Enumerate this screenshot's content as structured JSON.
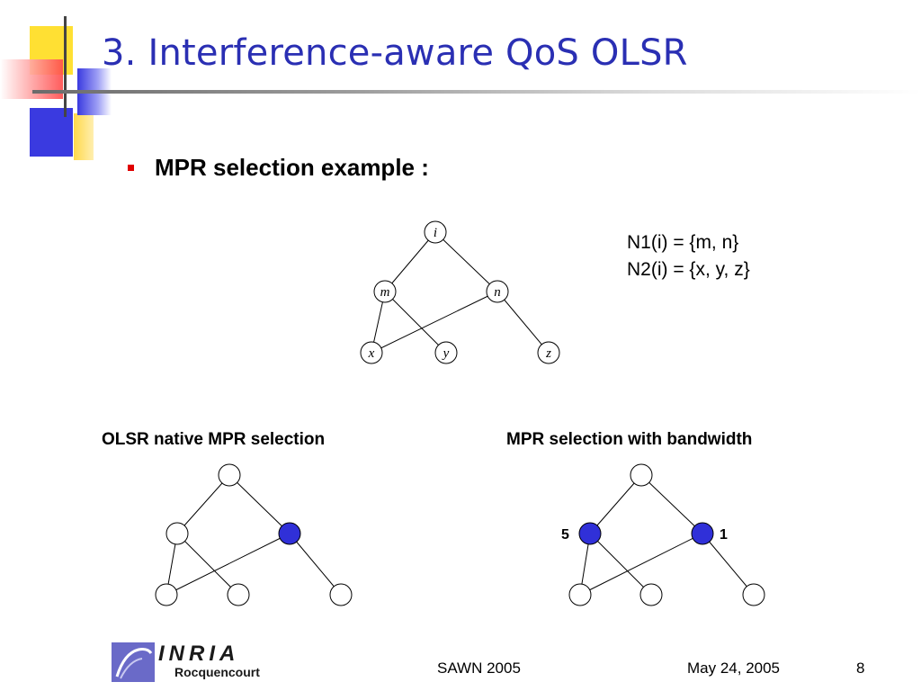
{
  "slide": {
    "title": "3. Interference-aware QoS OLSR",
    "bullet": "MPR selection example :"
  },
  "sets": {
    "n1": "N1(i) = {m, n}",
    "n2": "N2(i) = {x, y, z}"
  },
  "top_graph": {
    "nodes": {
      "i": "i",
      "m": "m",
      "n": "n",
      "x": "x",
      "y": "y",
      "z": "z"
    }
  },
  "left_graph": {
    "caption": "OLSR native MPR selection"
  },
  "right_graph": {
    "caption": "MPR selection with bandwidth",
    "label_left": "5",
    "label_right": "1"
  },
  "footer": {
    "logo_text": "INRIA",
    "logo_subtext": "Rocquencourt",
    "event": "SAWN 2005",
    "date": "May 24, 2005",
    "page": "8"
  },
  "colors": {
    "title": "#2a2fb3",
    "mpr_fill": "#3030d8",
    "bullet": "#e00000"
  }
}
